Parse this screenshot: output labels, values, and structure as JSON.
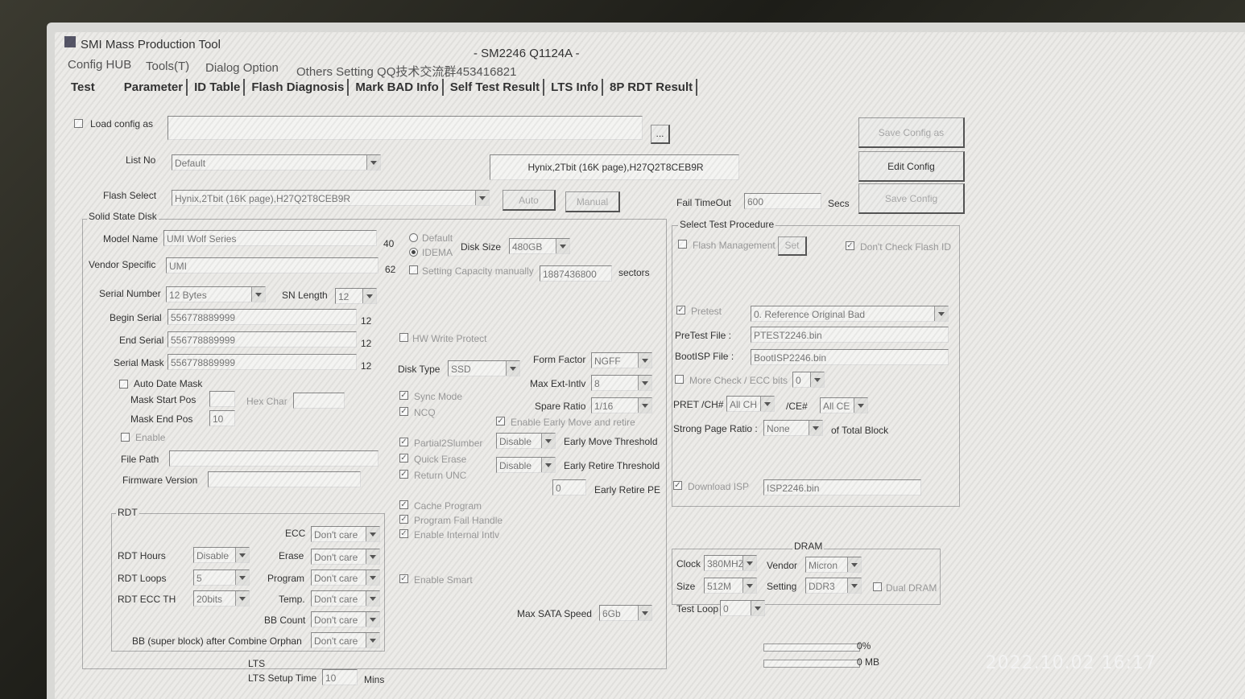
{
  "window": {
    "title": "SMI Mass Production Tool",
    "subtitle": "- SM2246 Q1124A -"
  },
  "menu": {
    "items": [
      "Config HUB",
      "Tools(T)",
      "Dialog Option",
      "Others Setting QQ技术交流群453416821"
    ]
  },
  "tabs": [
    "Test",
    "Parameter",
    "ID Table",
    "Flash Diagnosis",
    "Mark BAD Info",
    "Self Test Result",
    "LTS Info",
    "8P RDT Result"
  ],
  "config": {
    "load_config_label": "Load config as",
    "load_config_value": "",
    "browse_label": "...",
    "save_config_as": "Save Config as",
    "edit_config": "Edit Config",
    "save_config": "Save Config",
    "list_no_label": "List No",
    "list_no_value": "Default",
    "flash_info": "Hynix,2Tbit (16K page),H27Q2T8CEB9R",
    "flash_select_label": "Flash Select",
    "flash_select_value": "Hynix,2Tbit (16K page),H27Q2T8CEB9R",
    "auto": "Auto",
    "manual": "Manual",
    "fail_timeout_label": "Fail TimeOut",
    "fail_timeout_value": "600",
    "secs": "Secs"
  },
  "ssd": {
    "group_label": "Solid State Disk",
    "model_name_label": "Model Name",
    "model_name_value": "UMI Wolf Series",
    "model_name_len": "40",
    "vendor_specific_label": "Vendor Specific",
    "vendor_specific_value": "UMI",
    "vendor_specific_len": "62",
    "serial_number_label": "Serial Number",
    "serial_number_value": "12 Bytes",
    "sn_length_label": "SN Length",
    "sn_length_value": "12",
    "begin_serial_label": "Begin Serial",
    "begin_serial_value": "556778889999",
    "end_serial_label": "End Serial",
    "end_serial_value": "556778889999",
    "serial_mask_label": "Serial Mask",
    "serial_mask_value": "556778889999",
    "serial_len": "12",
    "auto_date_mask": "Auto Date Mask",
    "mask_start_pos": "Mask Start Pos",
    "mask_end_pos": "Mask End Pos",
    "mask_end_value": "10",
    "hex_char": "Hex Char",
    "enable_label": "Enable",
    "file_path": "File Path",
    "firmware_version": "Firmware Version",
    "radio_default": "Default",
    "radio_idema": "IDEMA",
    "disk_size_label": "Disk Size",
    "disk_size_value": "480GB",
    "setting_capacity": "Setting Capacity manually",
    "capacity_value": "1887436800",
    "sectors": "sectors",
    "hw_write_protect": "HW Write Protect",
    "disk_type_label": "Disk Type",
    "disk_type_value": "SSD",
    "form_factor_label": "Form Factor",
    "form_factor_value": "NGFF",
    "max_ext_intlv_label": "Max Ext-Intlv",
    "max_ext_intlv_value": "8",
    "spare_ratio_label": "Spare Ratio",
    "spare_ratio_value": "1/16",
    "sync_mode": "Sync Mode",
    "ncq": "NCQ",
    "enable_early_move": "Enable Early Move and retire",
    "partial_slumber": "Partial2Slumber",
    "quick_erase": "Quick Erase",
    "return_unc": "Return UNC",
    "early_move_value": "Disable",
    "early_move_label": "Early Move Threshold",
    "early_retire_value": "Disable",
    "early_retire_label": "Early Retire Threshold",
    "early_retire_pe_value": "0",
    "early_retire_pe_label": "Early Retire PE",
    "cache_program": "Cache Program",
    "program_fail_handle": "Program Fail Handle",
    "enable_internal_intlv": "Enable Internal Intlv",
    "enable_smart": "Enable Smart",
    "max_sata_speed_label": "Max SATA Speed",
    "max_sata_speed_value": "6Gb"
  },
  "rdt": {
    "group_label": "RDT",
    "rdt_hours_label": "RDT Hours",
    "rdt_hours_value": "Disable",
    "rdt_loops_label": "RDT Loops",
    "rdt_loops_value": "5",
    "rdt_ecc_label": "RDT ECC TH",
    "rdt_ecc_value": "20bits",
    "ecc_label": "ECC",
    "erase_label": "Erase",
    "program_label": "Program",
    "temp_label": "Temp.",
    "bb_count_label": "BB Count",
    "bb_super_label": "BB (super block) after Combine Orphan",
    "dont_care": "Don't care"
  },
  "lts": {
    "label": "LTS",
    "setup_time_label": "LTS Setup Time",
    "setup_time_value": "10",
    "mins": "Mins"
  },
  "test_proc": {
    "group_label": "Select Test Procedure",
    "flash_management": "Flash Management",
    "set": "Set",
    "dont_check": "Don't Check Flash ID",
    "pretest": "Pretest",
    "pretest_value": "0. Reference Original Bad",
    "pretest_file_label": "PreTest File :",
    "pretest_file_value": "PTEST2246.bin",
    "bootisp_label": "BootISP File :",
    "bootisp_value": "BootISP2246.bin",
    "more_check": "More Check / ECC bits",
    "more_check_value": "0",
    "pret_ch_label": "PRET /CH#",
    "pret_ch_value": "All CH",
    "ce_label": "/CE#",
    "ce_value": "All CE",
    "strong_page_label": "Strong Page Ratio :",
    "strong_page_value": "None",
    "of_total_block": "of Total Block",
    "download_isp": "Download ISP",
    "isp_value": "ISP2246.bin"
  },
  "dram": {
    "label": "DRAM",
    "clock_label": "Clock",
    "clock_value": "380MHZ",
    "vendor_label": "Vendor",
    "vendor_value": "Micron",
    "size_label": "Size",
    "size_value": "512M",
    "setting_label": "Setting",
    "setting_value": "DDR3",
    "dual_label": "Dual DRAM",
    "test_loop_label": "Test Loop",
    "test_loop_value": "0",
    "percent": "0%",
    "mb": "0 MB"
  },
  "timestamp": "2022.10.02  16:17"
}
